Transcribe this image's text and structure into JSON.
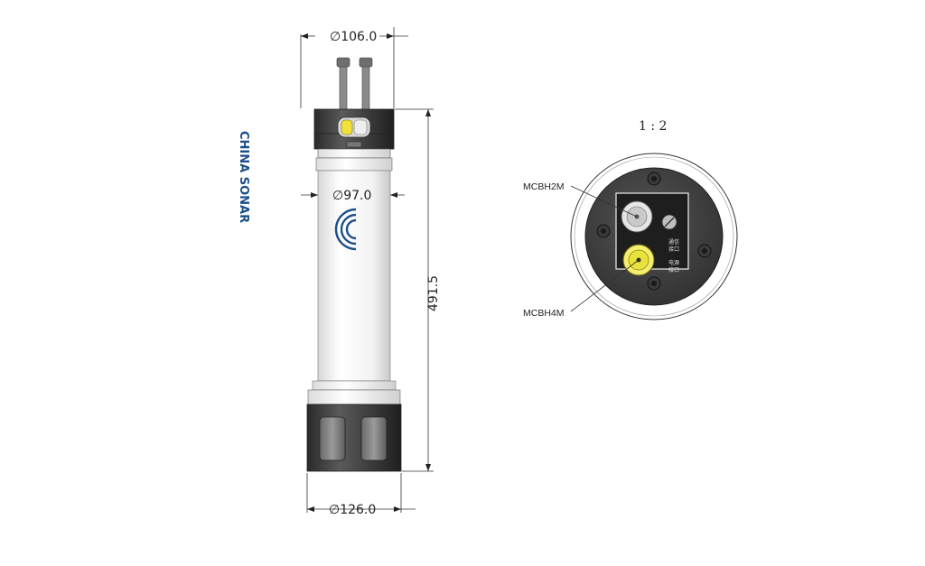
{
  "dimensions": {
    "top_diameter": "106.0",
    "middle_diameter": "97.0",
    "bottom_diameter": "126.0",
    "length": "491.5",
    "diameter_symbol": "∅"
  },
  "scale": "1 : 2",
  "logo": {
    "text": "CHINA SONAR",
    "color": "#1c4e8a"
  },
  "connectors": {
    "upper": {
      "label": "MCBH2M",
      "color": "#c9c9c9"
    },
    "lower": {
      "label": "MCBH4M",
      "color": "#e8e23a"
    }
  },
  "panel_labels": {
    "comm_1": "通信",
    "comm_2": "接口",
    "power_1": "电源",
    "power_2": "接口"
  },
  "colors": {
    "housing_body": "#f7f7f7",
    "end_cap": "#4a4a4a",
    "plate": "#1e1e1e"
  }
}
